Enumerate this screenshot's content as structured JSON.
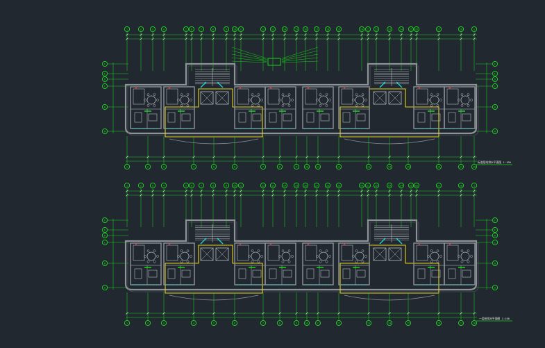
{
  "colors": {
    "background": "#212830",
    "grid_line": "#19d019",
    "axis_bubble": "#19e019",
    "wall": "#8e9398",
    "wall_light": "#b7bcc0",
    "outline_yellow": "#e6d21a",
    "stair_cyan": "#1fd4d4",
    "text_white": "#e8e8e8",
    "red_mark": "#e03030"
  },
  "plans": [
    {
      "id": "upper",
      "title_text": "标准层给排水平面图 1:100",
      "top_axis_labels": [
        "1",
        "2",
        "3",
        "4",
        "5",
        "6",
        "7",
        "8",
        "9",
        "10",
        "11",
        "12",
        "13",
        "14",
        "15",
        "16",
        "17",
        "18",
        "19",
        "20",
        "21",
        "22",
        "23",
        "24",
        "25",
        "26",
        "27",
        "28"
      ],
      "bottom_axis_labels": [
        "1",
        "2",
        "3",
        "4",
        "5",
        "6",
        "7",
        "8",
        "9",
        "10",
        "11",
        "12",
        "13",
        "14",
        "15",
        "16",
        "17",
        "18"
      ],
      "side_axis_labels": [
        "F",
        "E",
        "D",
        "C",
        "B",
        "A"
      ]
    },
    {
      "id": "lower",
      "title_text": "一层给排水平面图 1:100",
      "top_axis_labels": [
        "1",
        "2",
        "3",
        "4",
        "5",
        "6",
        "7",
        "8",
        "9",
        "10",
        "11",
        "12",
        "13",
        "14",
        "15",
        "16",
        "17",
        "18",
        "19",
        "20",
        "21",
        "22",
        "23",
        "24",
        "25",
        "26",
        "27",
        "28"
      ],
      "bottom_axis_labels": [
        "1",
        "2",
        "3",
        "4",
        "5",
        "6",
        "7",
        "8",
        "9",
        "10",
        "11",
        "12",
        "13",
        "14",
        "15",
        "16",
        "17",
        "18"
      ],
      "side_axis_labels": [
        "F",
        "E",
        "D",
        "C",
        "B",
        "A"
      ]
    }
  ]
}
